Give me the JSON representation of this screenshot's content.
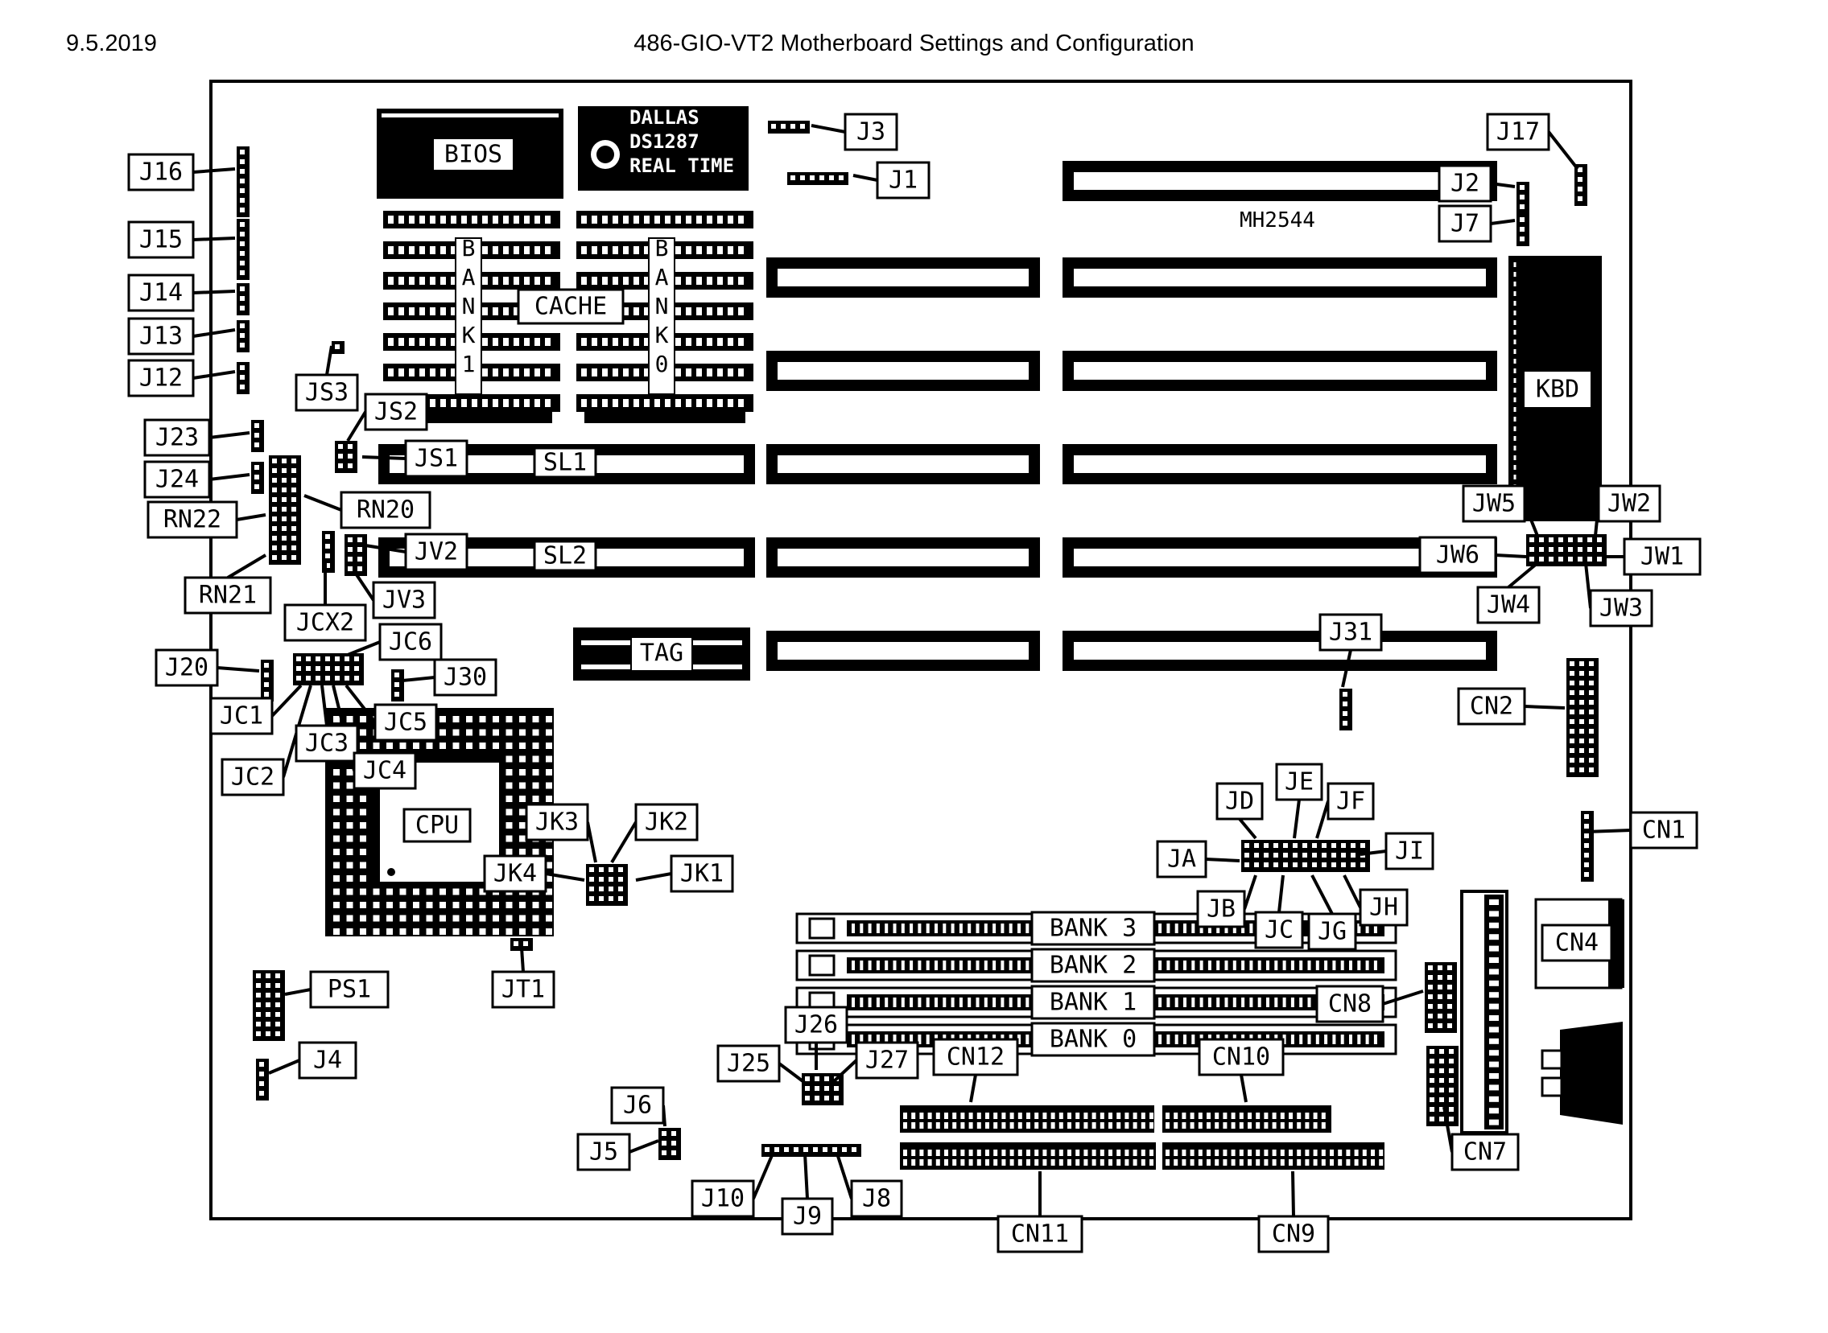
{
  "header": {
    "date": "9.5.2019",
    "title": "486-GIO-VT2 Motherboard Settings and Configuration"
  },
  "board": {
    "bios": "BIOS",
    "rtc_lines": [
      "DALLAS",
      "DS1287",
      "REAL TIME"
    ],
    "cache": "CACHE",
    "bank1_v": "BANK1",
    "bank0_v": "BANK0",
    "mh": "MH2544",
    "kbd": "KBD",
    "sl1": "SL1",
    "sl2": "SL2",
    "tag": "TAG",
    "cpu": "CPU",
    "simm_banks": [
      "BANK 3",
      "BANK 2",
      "BANK 1",
      "BANK 0"
    ]
  },
  "labels": {
    "J16": "J16",
    "J15": "J15",
    "J14": "J14",
    "J13": "J13",
    "J12": "J12",
    "J23": "J23",
    "J24": "J24",
    "RN22": "RN22",
    "RN20": "RN20",
    "RN21": "RN21",
    "JS3": "JS3",
    "JS2": "JS2",
    "JS1": "JS1",
    "JV2": "JV2",
    "JV3": "JV3",
    "JCX2": "JCX2",
    "JC6": "JC6",
    "J20": "J20",
    "J30": "J30",
    "JC1": "JC1",
    "JC3": "JC3",
    "JC5": "JC5",
    "JC2": "JC2",
    "JC4": "JC4",
    "JK3": "JK3",
    "JK2": "JK2",
    "JK4": "JK4",
    "JK1": "JK1",
    "JT1": "JT1",
    "PS1": "PS1",
    "J4": "J4",
    "J3": "J3",
    "J1": "J1",
    "J17": "J17",
    "J2": "J2",
    "J7": "J7",
    "JW5": "JW5",
    "JW2": "JW2",
    "JW6": "JW6",
    "JW1": "JW1",
    "JW4": "JW4",
    "JW3": "JW3",
    "J31": "J31",
    "CN2": "CN2",
    "CN1": "CN1",
    "CN4": "CN4",
    "JD": "JD",
    "JE": "JE",
    "JF": "JF",
    "JA": "JA",
    "JI": "JI",
    "JB": "JB",
    "JC": "JC",
    "JG": "JG",
    "JH": "JH",
    "CN8": "CN8",
    "CN7": "CN7",
    "CN10": "CN10",
    "CN12": "CN12",
    "CN11": "CN11",
    "CN9": "CN9",
    "J26": "J26",
    "J25": "J25",
    "J27": "J27",
    "J6": "J6",
    "J5": "J5",
    "J10": "J10",
    "J9": "J9",
    "J8": "J8"
  }
}
